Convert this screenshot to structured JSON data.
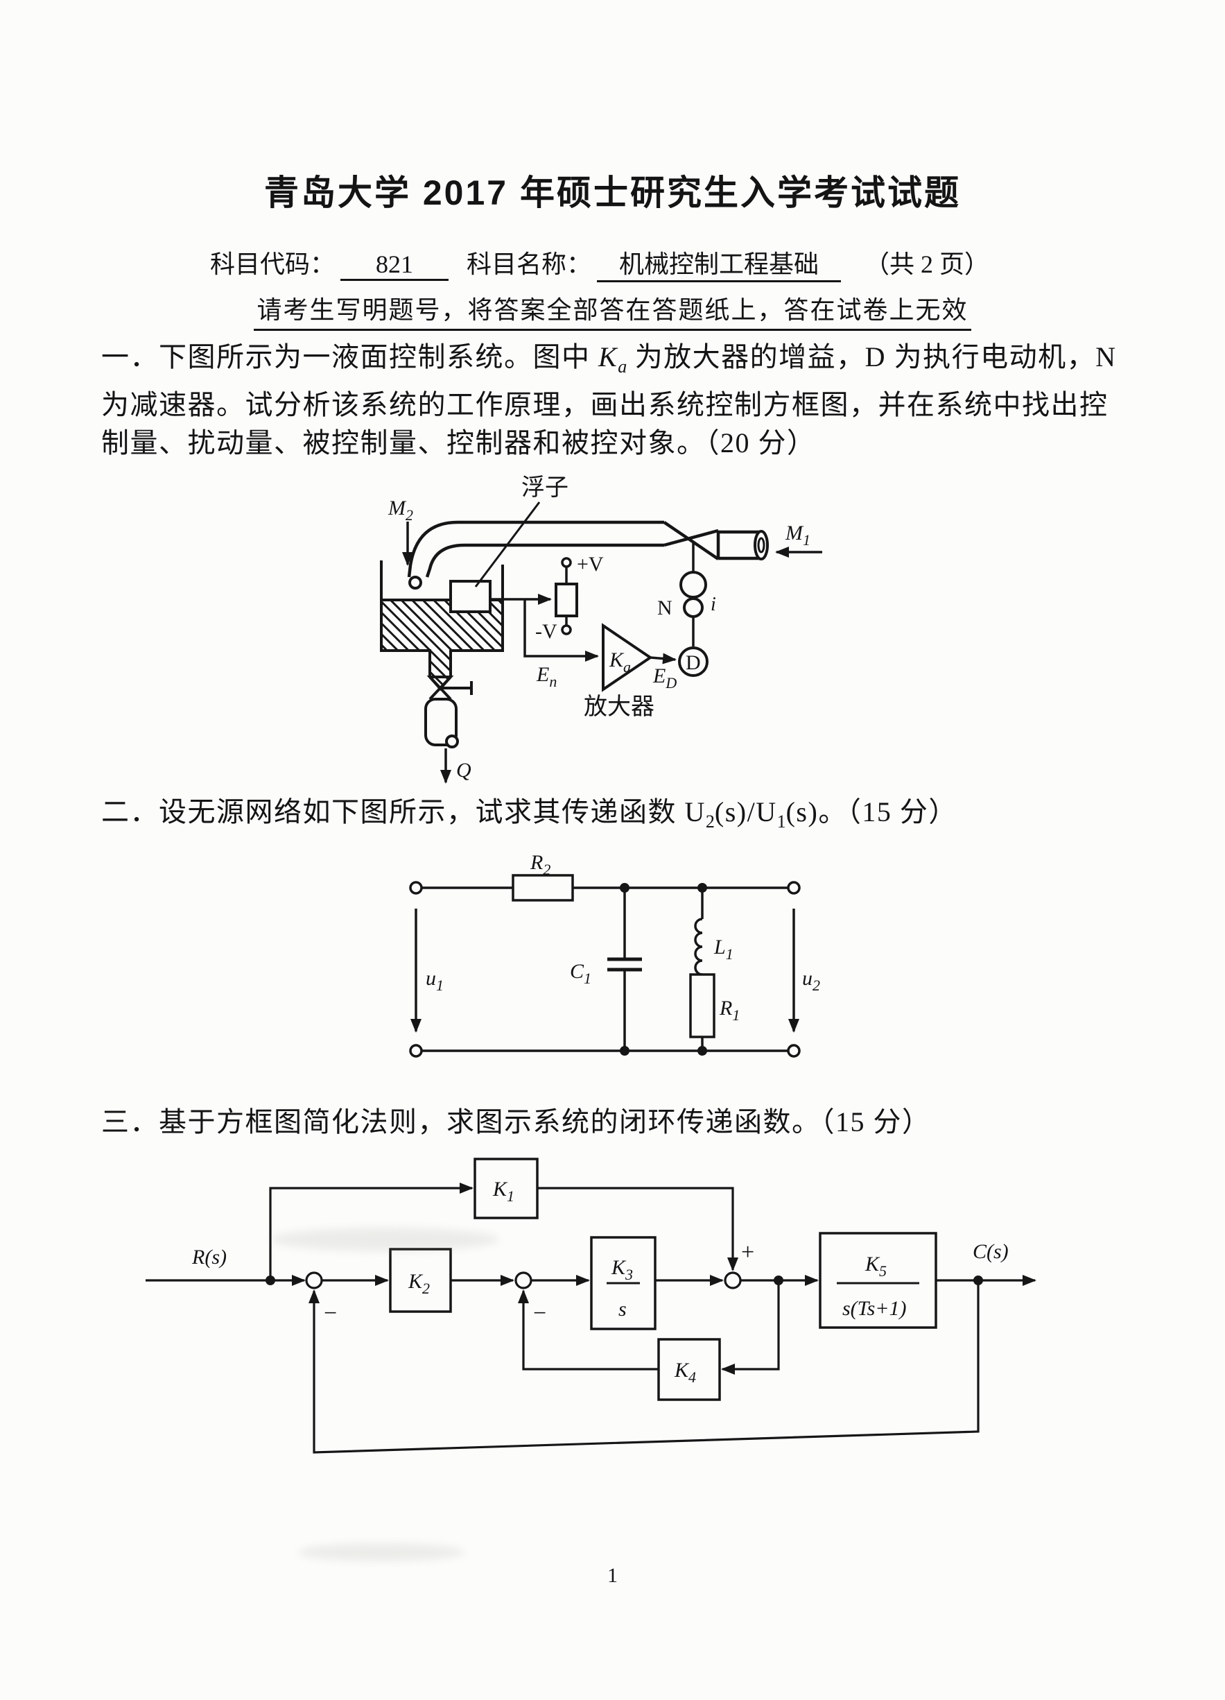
{
  "header": {
    "title": "青岛大学 2017 年硕士研究生入学考试试题",
    "subject_code_label": "科目代码：",
    "subject_code": "821",
    "subject_name_label": "科目名称：",
    "subject_name": "机械控制工程基础",
    "total_pages": "（共 2 页）",
    "instruction": "请考生写明题号，将答案全部答在答题纸上，答在试卷上无效"
  },
  "q1": {
    "l1a": "一．下图所示为一液面控制系统。图中 ",
    "ka": "K",
    "ka_sub": "a",
    "l1b": " 为放大器的增益，D 为执行电动机，N",
    "l2": "为减速器。试分析该系统的工作原理，画出系统控制方框图，并在系统中找出控",
    "l3": "制量、扰动量、被控制量、控制器和被控对象。（20 分）"
  },
  "q2": {
    "pre": "二．设无源网络如下图所示，试求其传递函数 U",
    "sub2": "2",
    "mid": "(s)/U",
    "sub1": "1",
    "post": "(s)。（15 分）"
  },
  "q3": {
    "text": "三．基于方框图简化法则，求图示系统的闭环传递函数。（15 分）"
  },
  "fig1": {
    "m2": "M",
    "m2_sub": "2",
    "float_label": "浮子",
    "m1": "M",
    "m1_sub": "1",
    "plus_v": "+V",
    "minus_v": "-V",
    "n": "N",
    "i": "i",
    "ka": "K",
    "ka_sub": "a",
    "en": "E",
    "en_sub": "n",
    "ed": "E",
    "ed_sub": "D",
    "d": "D",
    "amplifier": "放大器",
    "q": "Q"
  },
  "fig2": {
    "r2": "R",
    "r2_sub": "2",
    "c1": "C",
    "c1_sub": "1",
    "l1": "L",
    "l1_sub": "1",
    "r1": "R",
    "r1_sub": "1",
    "u1": "u",
    "u1_sub": "1",
    "u2": "u",
    "u2_sub": "2"
  },
  "fig3": {
    "rs": "R(s)",
    "cs": "C(s)",
    "k1": "K",
    "k1_sub": "1",
    "k2": "K",
    "k2_sub": "2",
    "k3_num": "K",
    "k3_num_sub": "3",
    "k3_den": "s",
    "k4": "K",
    "k4_sub": "4",
    "k5_num": "K",
    "k5_num_sub": "5",
    "k5_den": "s(Ts+1)",
    "plus": "+",
    "minus_outer": "−",
    "minus_inner": "−"
  },
  "footer": {
    "page_number": "1"
  }
}
